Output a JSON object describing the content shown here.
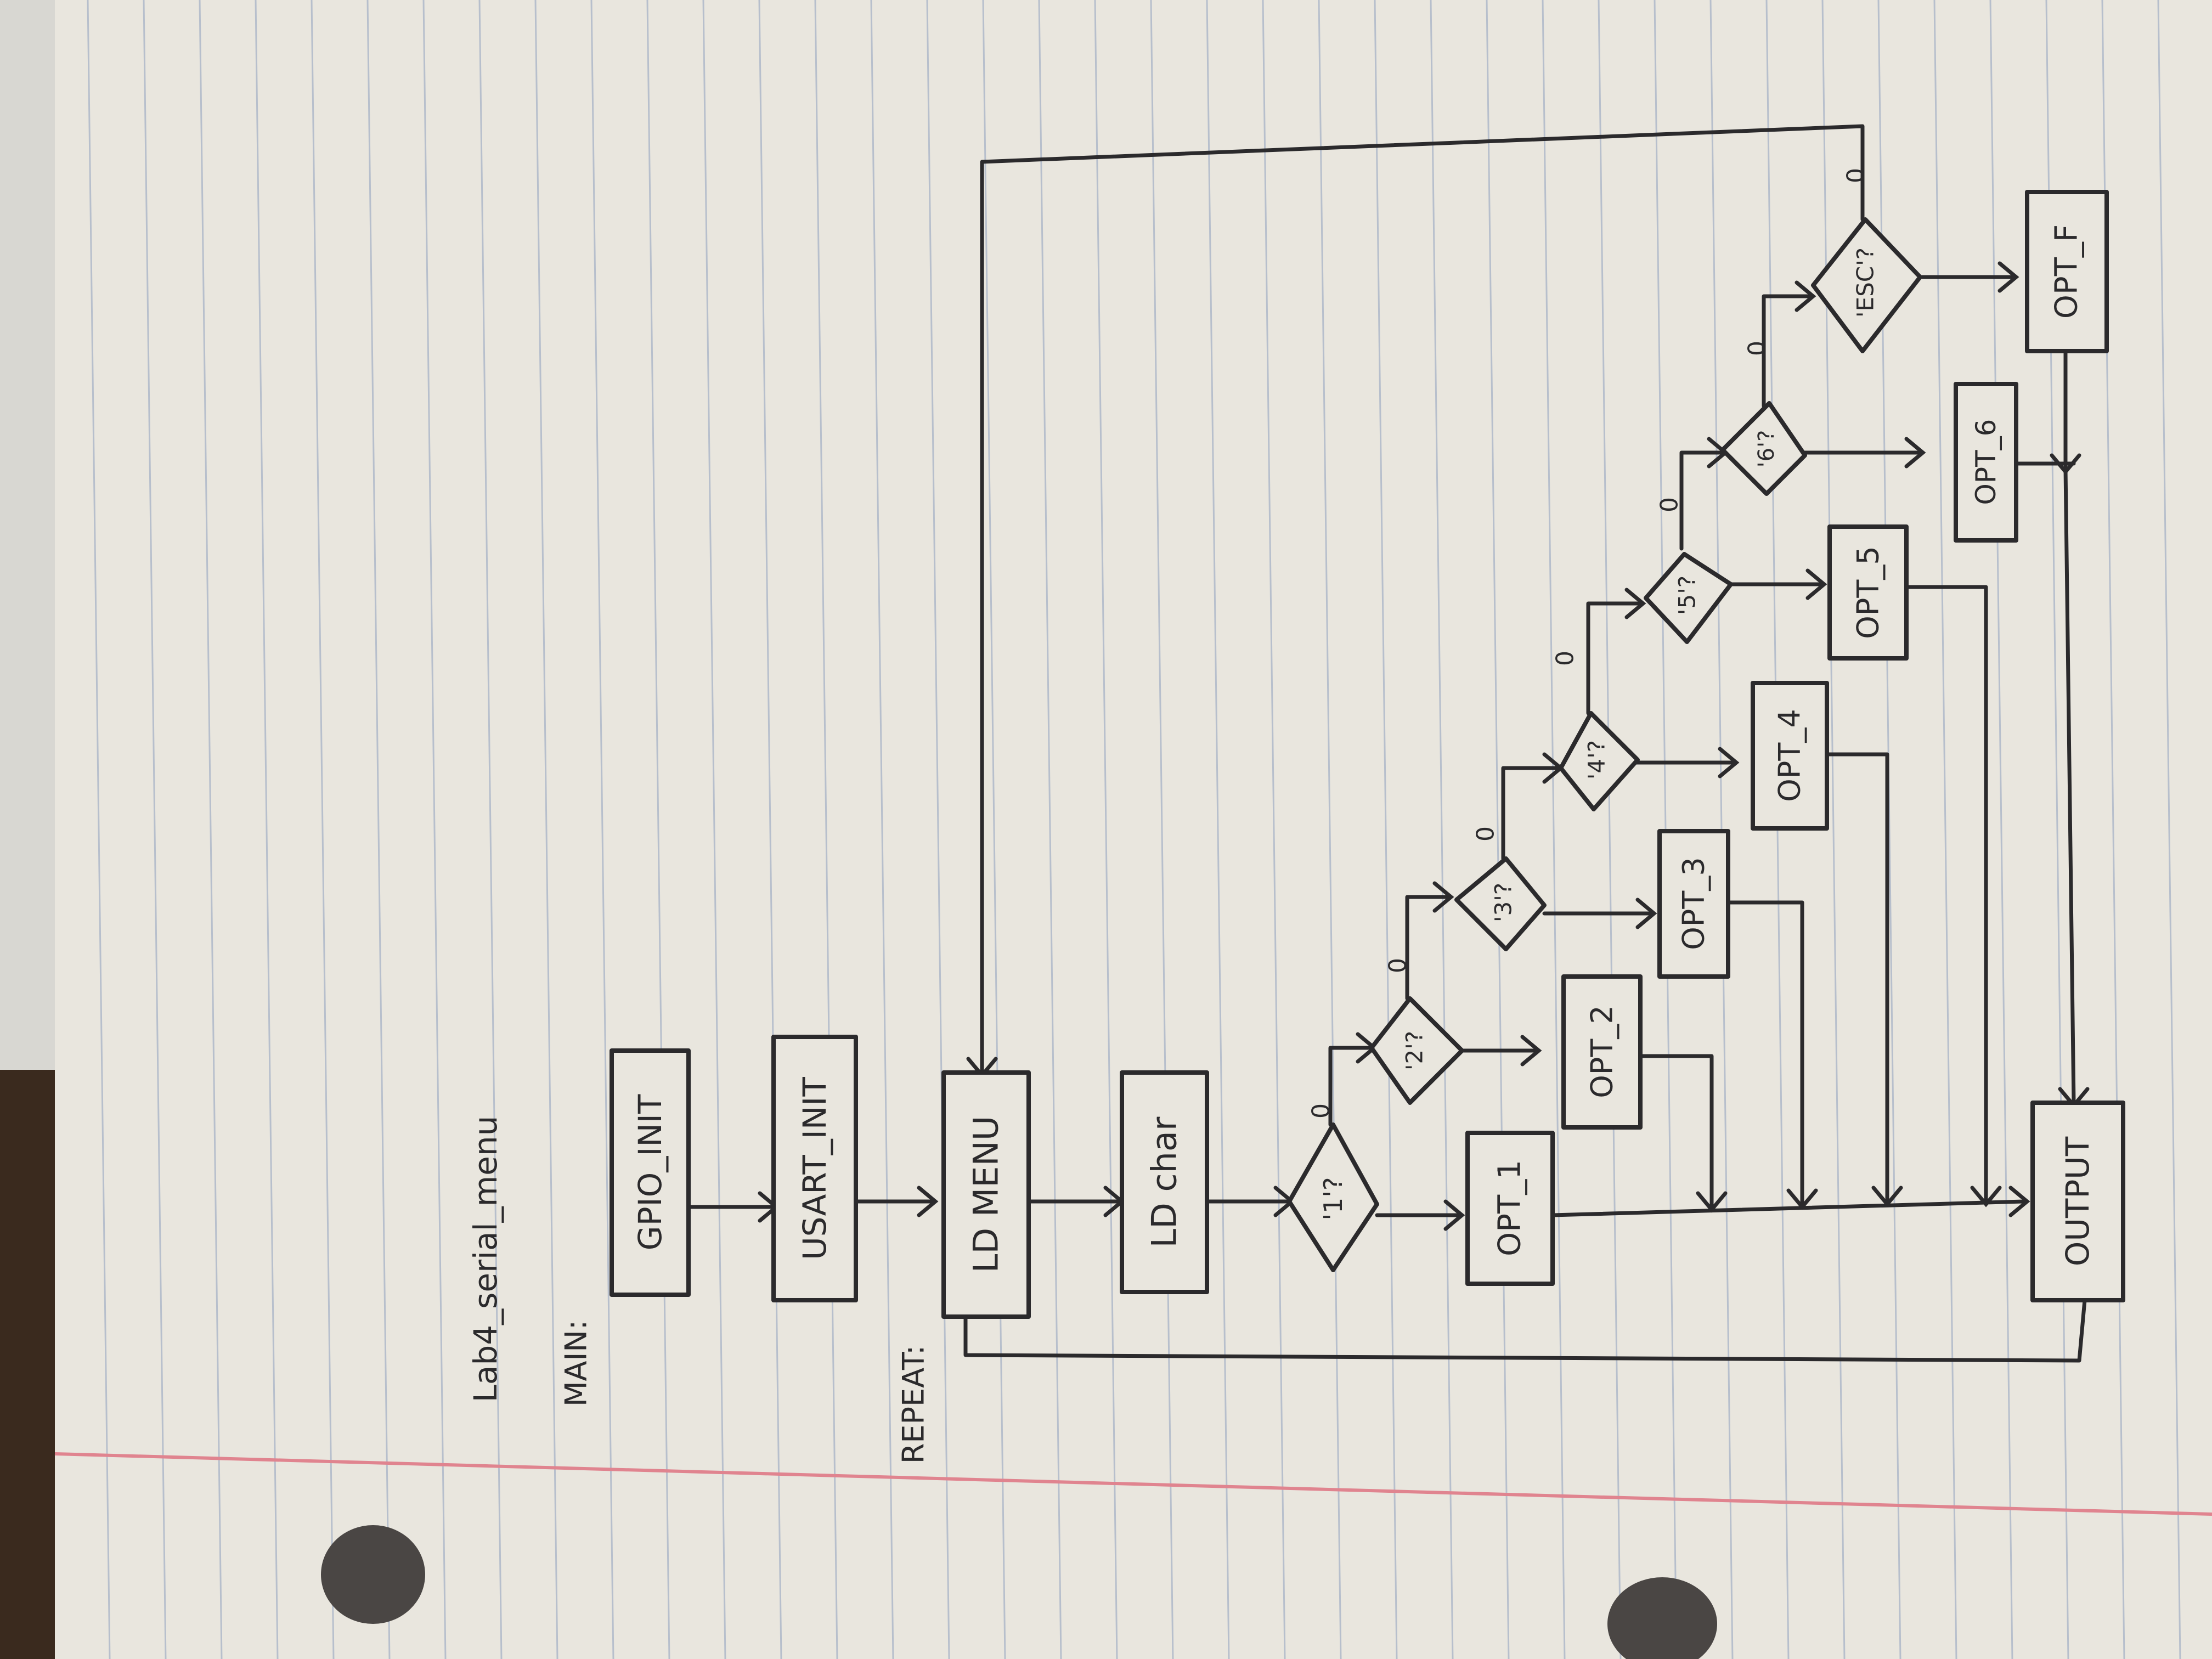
{
  "title": "Lab4_serial_menu",
  "section_labels": {
    "main": "MAIN:",
    "repeat": "REPEAT:"
  },
  "boxes": {
    "gpio_init": "GPIO_INIT",
    "usart_init": "USART_INIT",
    "ld_menu": "LD MENU",
    "ld_char": "LD char",
    "opt_1": "OPT_1",
    "opt_2": "OPT_2",
    "opt_3": "OPT_3",
    "opt_4": "OPT_4",
    "opt_5": "OPT_5",
    "opt_6": "OPT_6",
    "opt_f": "OPT_F",
    "output": "OUTPUT"
  },
  "decisions": {
    "d1": "'1'?",
    "d2": "'2'?",
    "d3": "'3'?",
    "d4": "'4'?",
    "d5": "'5'?",
    "d6": "'6'?",
    "desc": "'ESC'?"
  },
  "no_branch_label": "0",
  "colors": {
    "paper": "#e9e6de",
    "ink": "#2b2a2c",
    "rule_line": "#a7b3c7",
    "margin_line": "#e0848f",
    "desk": "#3a2a1e"
  }
}
